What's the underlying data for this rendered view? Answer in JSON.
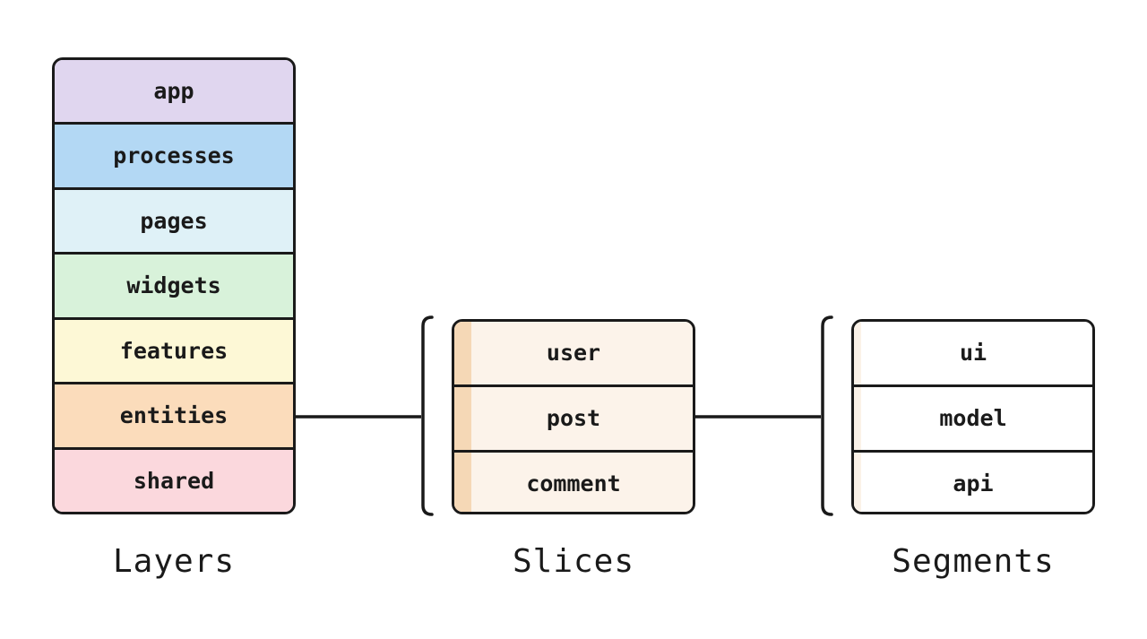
{
  "layers": {
    "caption": "Layers",
    "items": [
      {
        "label": "app",
        "color": "#e0d6ef"
      },
      {
        "label": "processes",
        "color": "#b3d8f4"
      },
      {
        "label": "pages",
        "color": "#dff1f7"
      },
      {
        "label": "widgets",
        "color": "#d8f2da"
      },
      {
        "label": "features",
        "color": "#fdf8d6"
      },
      {
        "label": "entities",
        "color": "#fbdcbb"
      },
      {
        "label": "shared",
        "color": "#fbd8dd"
      }
    ]
  },
  "slices": {
    "caption": "Slices",
    "items": [
      {
        "label": "user"
      },
      {
        "label": "post"
      },
      {
        "label": "comment"
      }
    ],
    "color": "#fcf3ea",
    "accent_color": "#f5d8b6"
  },
  "segments": {
    "caption": "Segments",
    "items": [
      {
        "label": "ui"
      },
      {
        "label": "model"
      },
      {
        "label": "api"
      }
    ],
    "color": "#ffffff"
  },
  "line_color": "#1a1a1a"
}
